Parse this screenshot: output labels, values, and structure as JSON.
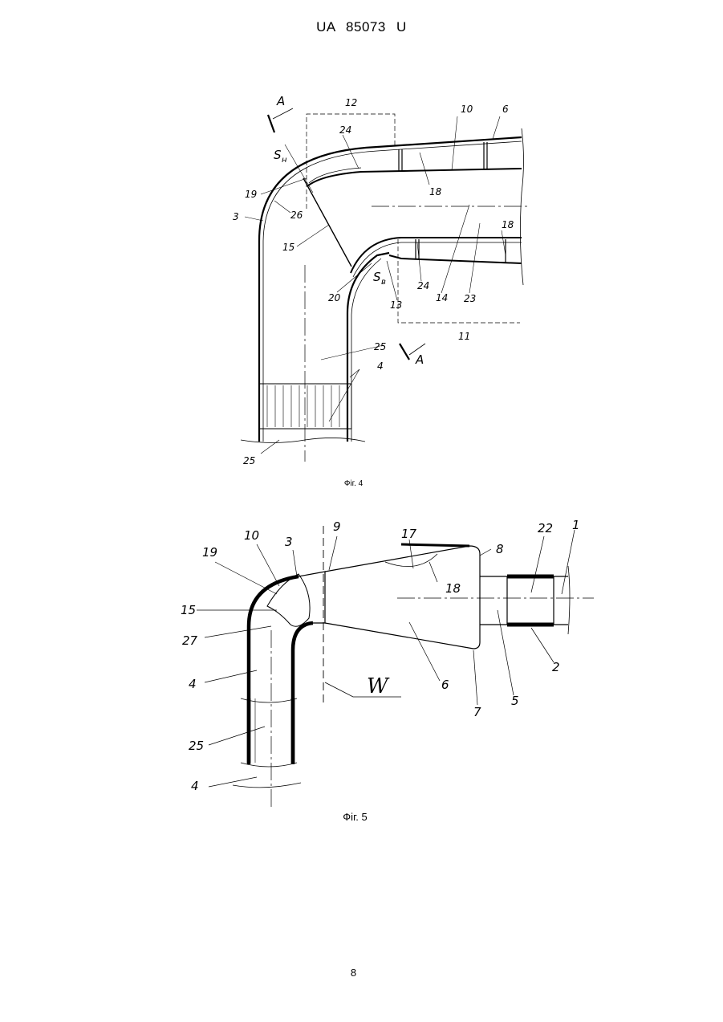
{
  "header": {
    "doc_number": "UA   85073   U"
  },
  "figure4": {
    "caption": "Фіг. 4",
    "labels": {
      "A_top": "A",
      "n12": "12",
      "n10": "10",
      "n6": "6",
      "n24a": "24",
      "Sn": "S",
      "Sn_sub": "н",
      "n19": "19",
      "n3": "3",
      "n26": "26",
      "n18a": "18",
      "n18b": "18",
      "n15": "15",
      "Sv": "S",
      "Sv_sub": "в",
      "n20": "20",
      "n13": "13",
      "n24b": "24",
      "n14": "14",
      "n23": "23",
      "n11": "11",
      "n25a": "25",
      "A_bot": "A",
      "n4": "4",
      "n25b": "25"
    }
  },
  "figure5": {
    "caption": "Фіг. 5",
    "labels": {
      "n10": "10",
      "n3": "3",
      "n9": "9",
      "n17": "17",
      "n22": "22",
      "n1": "1",
      "n8": "8",
      "n19": "19",
      "n18": "18",
      "n15": "15",
      "n27": "27",
      "n2": "2",
      "n4a": "4",
      "W": "W",
      "n6": "6",
      "n5": "5",
      "n7": "7",
      "n25": "25",
      "n4b": "4"
    }
  },
  "page": {
    "number": "8"
  }
}
